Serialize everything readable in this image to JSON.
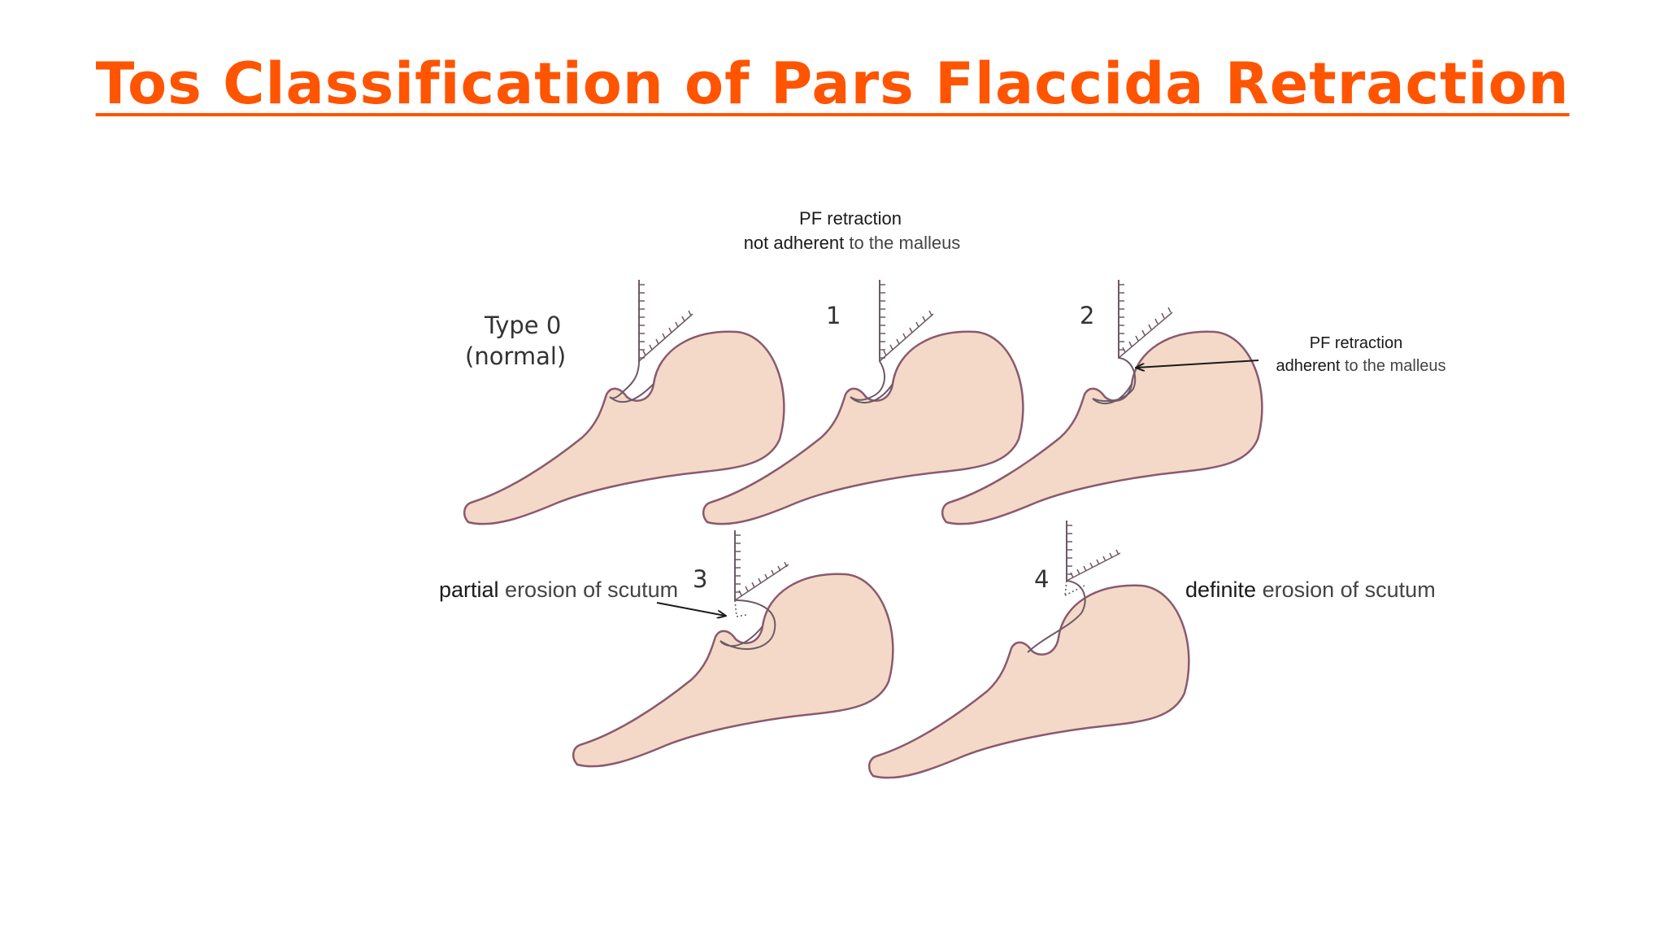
{
  "title": "Tos Classification of Pars Flaccida Retraction",
  "annotations": {
    "not_adherent_line1": "PF retraction",
    "not_adherent_bold": "not adherent",
    "not_adherent_rest": " to the malleus",
    "adherent_line1": "PF retraction",
    "adherent_bold": "adherent",
    "adherent_rest": " to the malleus",
    "partial_bold": "partial",
    "partial_rest": " erosion of scutum",
    "definite_bold": "definite",
    "definite_rest": " erosion of scutum"
  },
  "types": [
    {
      "id": "type-0",
      "label_line1": "Type 0",
      "label_line2": "(normal)"
    },
    {
      "id": "type-1",
      "label_line1": "1"
    },
    {
      "id": "type-2",
      "label_line1": "2"
    },
    {
      "id": "type-3",
      "label_line1": "3"
    },
    {
      "id": "type-4",
      "label_line1": "4"
    }
  ],
  "colors": {
    "title": "#ff5400",
    "bone_fill": "#f4d9c8",
    "bone_stroke": "#8a5a6e"
  }
}
